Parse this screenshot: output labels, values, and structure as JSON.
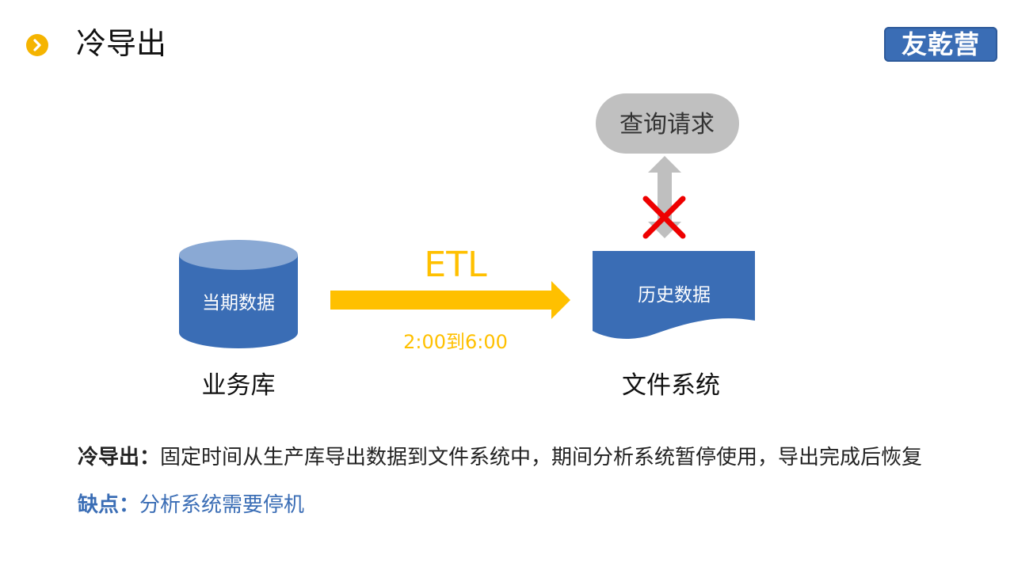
{
  "header": {
    "title": "冷导出",
    "logo_text": "友乾营"
  },
  "diagram": {
    "source_label": "当期数据",
    "source_caption": "业务库",
    "arrow_label": "ETL",
    "time_window": "2:00到6:00",
    "target_label": "历史数据",
    "target_caption": "文件系统",
    "query_label": "查询请求",
    "query_blocked": true
  },
  "description": {
    "cold_export_label": "冷导出：",
    "cold_export_text": "固定时间从生产库导出数据到文件系统中，期间分析系统暂停使用，导出完成后恢复",
    "drawback_label": "缺点：",
    "drawback_text": "分析系统需要停机"
  },
  "colors": {
    "accent_yellow": "#f5b400",
    "arrow_yellow": "#ffc000",
    "brand_blue": "#3a6db5",
    "db_top_blue": "#8aa9d4",
    "query_gray": "#c0c0c0",
    "block_red": "#ee0000"
  },
  "icons": {
    "title_bullet": "chevron-right-icon",
    "database": "database-cylinder-icon",
    "document": "document-wave-icon",
    "blocked": "cross-icon"
  }
}
